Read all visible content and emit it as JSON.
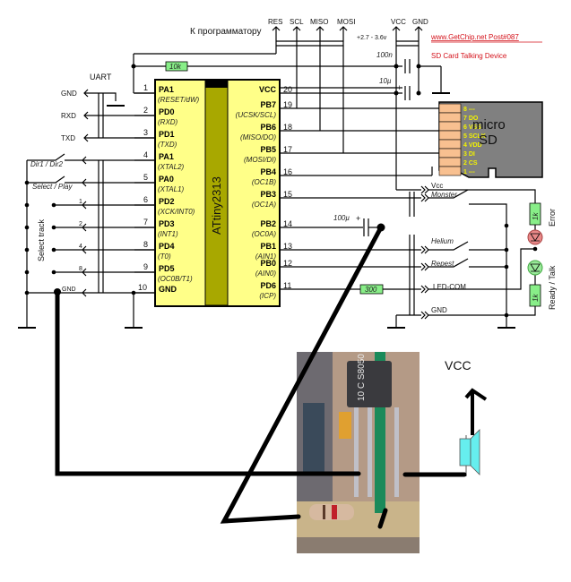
{
  "header": {
    "programmer_label": "К программатору",
    "programmer_pins": [
      "RES",
      "SCL",
      "MISO",
      "MOSI"
    ],
    "power_pins": [
      "VCC",
      "GND"
    ],
    "supply_range": "+2.7 - 3.6v",
    "site": "www.GetChip.net   Post#087",
    "project_title": "SD Card Talking Device",
    "accent_color": "#d4111a"
  },
  "chip": {
    "name": "ATtiny2313",
    "body_color": "#ffff88",
    "stripe_color": "#a8a800",
    "left_pins": [
      {
        "num": "1",
        "name": "PA1",
        "alt": "(RESET/dW)"
      },
      {
        "num": "2",
        "name": "PD0",
        "alt": "(RXD)"
      },
      {
        "num": "3",
        "name": "PD1",
        "alt": "(TXD)"
      },
      {
        "num": "4",
        "name": "PA1",
        "alt": "(XTAL2)"
      },
      {
        "num": "5",
        "name": "PA0",
        "alt": "(XTAL1)"
      },
      {
        "num": "6",
        "name": "PD2",
        "alt": "(XCK/INT0)"
      },
      {
        "num": "7",
        "name": "PD3",
        "alt": "(INT1)"
      },
      {
        "num": "8",
        "name": "PD4",
        "alt": "(T0)"
      },
      {
        "num": "9",
        "name": "PD5",
        "alt": "(OC0B/T1)"
      },
      {
        "num": "10",
        "name": "GND",
        "alt": ""
      }
    ],
    "right_pins": [
      {
        "num": "20",
        "name": "VCC",
        "alt": ""
      },
      {
        "num": "19",
        "name": "PB7",
        "alt": "(UCSK/SCL)"
      },
      {
        "num": "18",
        "name": "PB6",
        "alt": "(MISO/DO)"
      },
      {
        "num": "17",
        "name": "PB5",
        "alt": "(MOSI/DI)"
      },
      {
        "num": "16",
        "name": "PB4",
        "alt": "(OC1B)"
      },
      {
        "num": "15",
        "name": "PB3",
        "alt": "(OC1A)"
      },
      {
        "num": "14",
        "name": "PB2",
        "alt": "(OC0A)"
      },
      {
        "num": "13",
        "name": "PB1",
        "alt": "(AIN1)"
      },
      {
        "num": "12",
        "name": "PB0",
        "alt": "(AIN0)"
      },
      {
        "num": "11",
        "name": "PD6",
        "alt": "(ICP)"
      }
    ]
  },
  "left_side": {
    "uart_label": "UART",
    "uart_signals": [
      "GND",
      "RXD",
      "TXD"
    ],
    "switch_labels": [
      "Dir1 / Dir2",
      "Select / Play"
    ],
    "track_labels": [
      "1",
      "2",
      "4",
      "8"
    ],
    "track_group_label": "Select track",
    "gnd_label": "GND"
  },
  "components": {
    "pullup_resistor": "10k",
    "cap_100n": "100n",
    "cap_10u": "10µ",
    "cap_100u": "100µ",
    "plus_sign": "+",
    "led_resistor": "300",
    "led_error_res": "1k",
    "led_ready_res": "1k",
    "resistor_color": "#88ee88"
  },
  "sd_card": {
    "title_line1": "micro",
    "title_line2": "SD",
    "pins": [
      "8 ---",
      "7 DO",
      "6 VSS",
      "5 SCLK",
      "4 VDD",
      "3 DI",
      "2 CS",
      "1 ---"
    ],
    "body_color": "#808080",
    "pad_color": "#f8c090"
  },
  "right_side": {
    "connectors": [
      "Vcc",
      "Monster",
      "Helium",
      "Repest",
      "LED-COM",
      "GND"
    ],
    "led_error_label": "Error",
    "led_ready_label": "Ready / Talk"
  },
  "photo_overlay": {
    "vcc_label": "VCC",
    "transistor_marking": "10 C S8050"
  }
}
